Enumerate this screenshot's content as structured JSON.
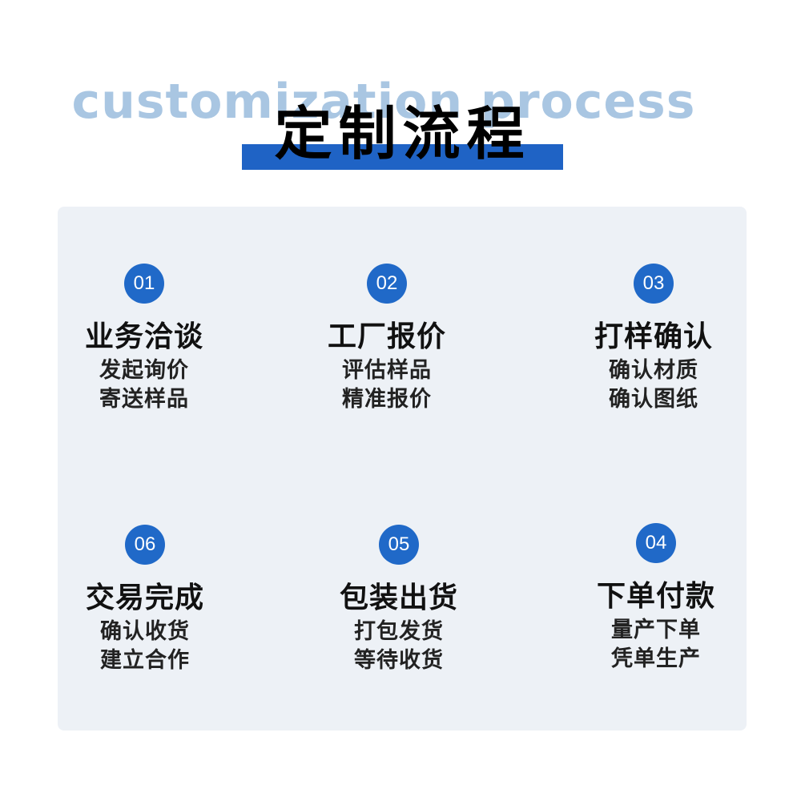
{
  "header": {
    "bg_text": "customization process",
    "title": "定制流程"
  },
  "steps": [
    {
      "num": "01",
      "title": "业务洽谈",
      "line1": "发起询价",
      "line2": "寄送样品"
    },
    {
      "num": "02",
      "title": "工厂报价",
      "line1": "评估样品",
      "line2": "精准报价"
    },
    {
      "num": "03",
      "title": "打样确认",
      "line1": "确认材质",
      "line2": "确认图纸"
    },
    {
      "num": "06",
      "title": "交易完成",
      "line1": "确认收货",
      "line2": "建立合作"
    },
    {
      "num": "05",
      "title": "包装出货",
      "line1": "打包发货",
      "line2": "等待收货"
    },
    {
      "num": "04",
      "title": "下单付款",
      "line1": "量产下单",
      "line2": "凭单生产"
    }
  ],
  "colors": {
    "accent": "#1f63c5",
    "badge": "#2069c8",
    "panel": "#edf1f6",
    "bg_text": "#a9c6e2"
  }
}
